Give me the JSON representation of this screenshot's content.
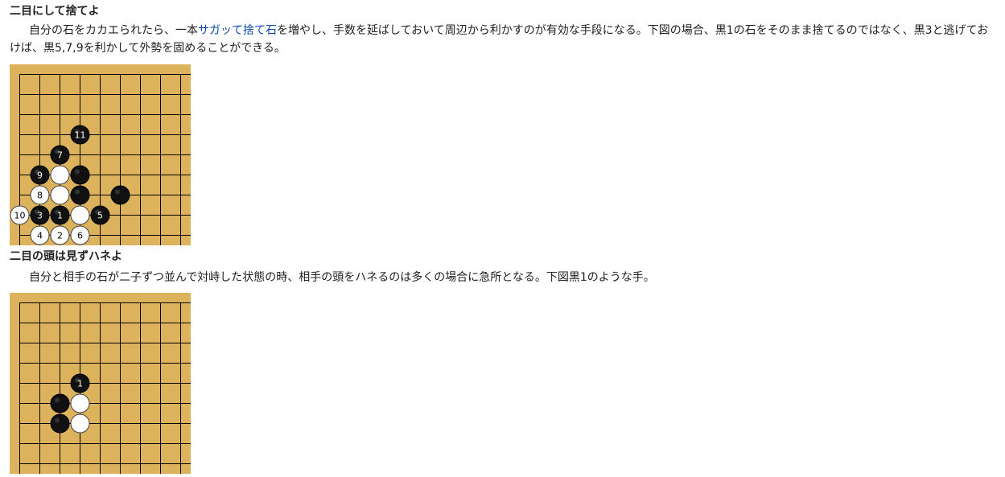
{
  "section1": {
    "heading": "二目にして捨てよ",
    "text_before_link": "自分の石をカカエられたら、一本",
    "link_text": "サガッて捨て石",
    "text_after_link": "を増やし、手数を延ばしておいて周辺から利かすのが有効な手段になる。下図の場合、黒1の石をそのまま捨てるのではなく、黒3と逃げておけば、黒5,7,9を利かして外勢を固めることができる。",
    "diagram": {
      "board_color": "#dcb35c",
      "stones": [
        {
          "color": "black",
          "col": 3,
          "row": 3,
          "label": "11"
        },
        {
          "color": "black",
          "col": 2,
          "row": 4,
          "label": "7"
        },
        {
          "color": "black",
          "col": 1,
          "row": 5,
          "label": "9"
        },
        {
          "color": "white",
          "col": 2,
          "row": 5,
          "label": ""
        },
        {
          "color": "black",
          "col": 3,
          "row": 5,
          "label": ""
        },
        {
          "color": "white",
          "col": 1,
          "row": 6,
          "label": "8"
        },
        {
          "color": "white",
          "col": 2,
          "row": 6,
          "label": ""
        },
        {
          "color": "black",
          "col": 3,
          "row": 6,
          "label": ""
        },
        {
          "color": "black",
          "col": 5,
          "row": 6,
          "label": ""
        },
        {
          "color": "white",
          "col": 0,
          "row": 7,
          "label": "10"
        },
        {
          "color": "black",
          "col": 1,
          "row": 7,
          "label": "3"
        },
        {
          "color": "black",
          "col": 2,
          "row": 7,
          "label": "1"
        },
        {
          "color": "white",
          "col": 3,
          "row": 7,
          "label": ""
        },
        {
          "color": "black",
          "col": 4,
          "row": 7,
          "label": "5"
        },
        {
          "color": "white",
          "col": 1,
          "row": 8,
          "label": "4"
        },
        {
          "color": "white",
          "col": 2,
          "row": 8,
          "label": "2"
        },
        {
          "color": "white",
          "col": 3,
          "row": 8,
          "label": "6"
        }
      ]
    }
  },
  "section2": {
    "heading": "二目の頭は見ずハネよ",
    "text": "自分と相手の石が二子ずつ並んで対峙した状態の時、相手の頭をハネるのは多くの場合に急所となる。下図黒1のような手。",
    "diagram": {
      "board_color": "#dcb35c",
      "stones": [
        {
          "color": "black",
          "col": 3,
          "row": 4,
          "label": "1"
        },
        {
          "color": "black",
          "col": 2,
          "row": 5,
          "label": ""
        },
        {
          "color": "white",
          "col": 3,
          "row": 5,
          "label": ""
        },
        {
          "color": "black",
          "col": 2,
          "row": 6,
          "label": ""
        },
        {
          "color": "white",
          "col": 3,
          "row": 6,
          "label": ""
        }
      ]
    }
  }
}
